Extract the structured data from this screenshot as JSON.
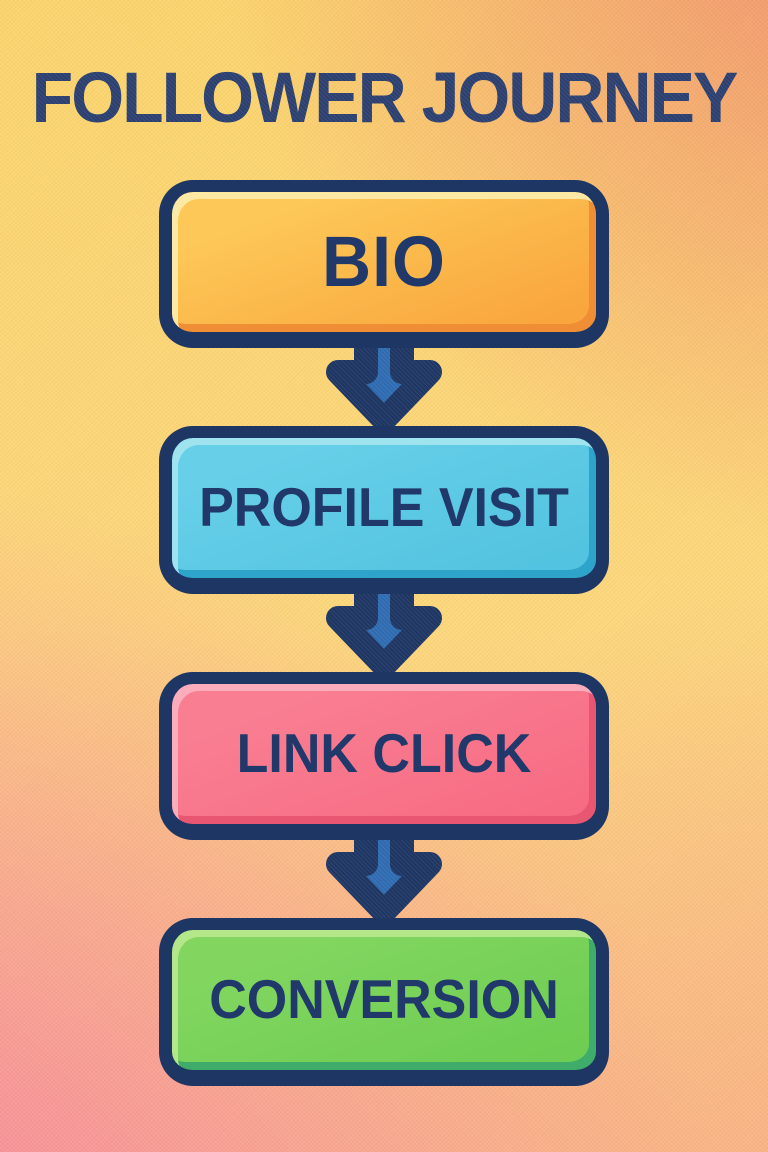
{
  "poster": {
    "title": "FOLLOWER JOURNEY",
    "title_color": "#2b4071",
    "background": {
      "top_left": "#fbd46d",
      "top_right": "#f0906f",
      "bottom_left": "#f7879d",
      "bottom_right": "#f9b083",
      "center": "#fcd77c"
    }
  },
  "flow": {
    "border_color": "#1d3664",
    "text_color": "#21386a",
    "steps": [
      {
        "label": "BIO",
        "fill": "#fdc857",
        "fill_dark": "#f9a63e",
        "highlight": "#fde9a4",
        "shadow": "#ef8e34"
      },
      {
        "label": "PROFILE VISIT",
        "fill": "#67cfe8",
        "fill_dark": "#52c3e0",
        "highlight": "#9fe3ef",
        "shadow": "#2ea4cb"
      },
      {
        "label": "LINK CLICK",
        "fill": "#f97e92",
        "fill_dark": "#f76c83",
        "highlight": "#fbadbc",
        "shadow": "#e85672"
      },
      {
        "label": "CONVERSION",
        "fill": "#82d660",
        "fill_dark": "#6ecd52",
        "highlight": "#b4e78a",
        "shadow": "#3fad69"
      }
    ],
    "connector_style": {
      "type": "arrow-down",
      "fill": "#2e6cb3",
      "outline": "#1d3664"
    }
  }
}
